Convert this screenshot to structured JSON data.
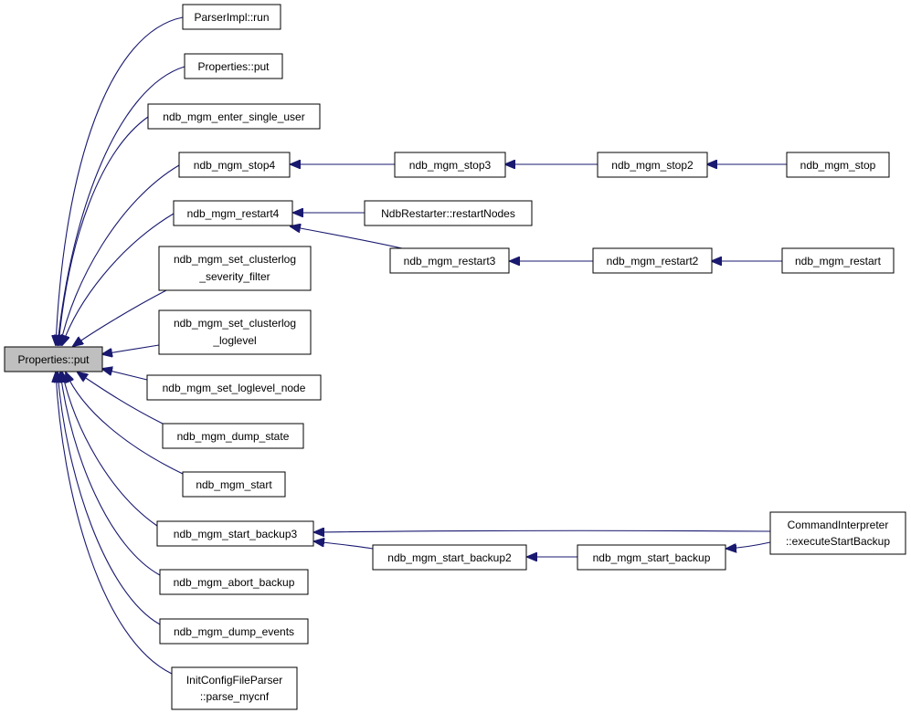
{
  "colors": {
    "edge": "#191970",
    "node_fill": "#ffffff",
    "root_fill": "#bfbfbf",
    "border": "#000000"
  },
  "graph": {
    "root": {
      "id": "root",
      "lines": [
        "Properties::put"
      ]
    },
    "nodes": [
      {
        "id": "n1",
        "lines": [
          "ParserImpl::run"
        ]
      },
      {
        "id": "n2",
        "lines": [
          "Properties::put"
        ]
      },
      {
        "id": "n3",
        "lines": [
          "ndb_mgm_enter_single_user"
        ]
      },
      {
        "id": "n4",
        "lines": [
          "ndb_mgm_stop4"
        ]
      },
      {
        "id": "n5",
        "lines": [
          "ndb_mgm_stop3"
        ]
      },
      {
        "id": "n6",
        "lines": [
          "ndb_mgm_stop2"
        ]
      },
      {
        "id": "n7",
        "lines": [
          "ndb_mgm_stop"
        ]
      },
      {
        "id": "n8",
        "lines": [
          "ndb_mgm_restart4"
        ]
      },
      {
        "id": "n9",
        "lines": [
          "NdbRestarter::restartNodes"
        ]
      },
      {
        "id": "n10",
        "lines": [
          "ndb_mgm_restart3"
        ]
      },
      {
        "id": "n11",
        "lines": [
          "ndb_mgm_restart2"
        ]
      },
      {
        "id": "n12",
        "lines": [
          "ndb_mgm_restart"
        ]
      },
      {
        "id": "n13",
        "lines": [
          "ndb_mgm_set_clusterlog",
          "_severity_filter"
        ]
      },
      {
        "id": "n14",
        "lines": [
          "ndb_mgm_set_clusterlog",
          "_loglevel"
        ]
      },
      {
        "id": "n15",
        "lines": [
          "ndb_mgm_set_loglevel_node"
        ]
      },
      {
        "id": "n16",
        "lines": [
          "ndb_mgm_dump_state"
        ]
      },
      {
        "id": "n17",
        "lines": [
          "ndb_mgm_start"
        ]
      },
      {
        "id": "n18",
        "lines": [
          "ndb_mgm_start_backup3"
        ]
      },
      {
        "id": "n19",
        "lines": [
          "ndb_mgm_start_backup2"
        ]
      },
      {
        "id": "n20",
        "lines": [
          "ndb_mgm_start_backup"
        ]
      },
      {
        "id": "n21",
        "lines": [
          "CommandInterpreter",
          "::executeStartBackup"
        ]
      },
      {
        "id": "n22",
        "lines": [
          "ndb_mgm_abort_backup"
        ]
      },
      {
        "id": "n23",
        "lines": [
          "ndb_mgm_dump_events"
        ]
      },
      {
        "id": "n24",
        "lines": [
          "InitConfigFileParser",
          "::parse_mycnf"
        ]
      }
    ],
    "edges": [
      {
        "from": "n1",
        "to": "root"
      },
      {
        "from": "n2",
        "to": "root"
      },
      {
        "from": "n3",
        "to": "root"
      },
      {
        "from": "n4",
        "to": "root"
      },
      {
        "from": "n8",
        "to": "root"
      },
      {
        "from": "n13",
        "to": "root"
      },
      {
        "from": "n14",
        "to": "root"
      },
      {
        "from": "n15",
        "to": "root"
      },
      {
        "from": "n16",
        "to": "root"
      },
      {
        "from": "n17",
        "to": "root"
      },
      {
        "from": "n18",
        "to": "root"
      },
      {
        "from": "n22",
        "to": "root"
      },
      {
        "from": "n23",
        "to": "root"
      },
      {
        "from": "n24",
        "to": "root"
      },
      {
        "from": "n5",
        "to": "n4"
      },
      {
        "from": "n6",
        "to": "n5"
      },
      {
        "from": "n7",
        "to": "n6"
      },
      {
        "from": "n9",
        "to": "n8"
      },
      {
        "from": "n10",
        "to": "n8"
      },
      {
        "from": "n11",
        "to": "n10"
      },
      {
        "from": "n12",
        "to": "n11"
      },
      {
        "from": "n21",
        "to": "n18"
      },
      {
        "from": "n19",
        "to": "n18"
      },
      {
        "from": "n20",
        "to": "n19"
      },
      {
        "from": "n21",
        "to": "n20"
      }
    ]
  }
}
